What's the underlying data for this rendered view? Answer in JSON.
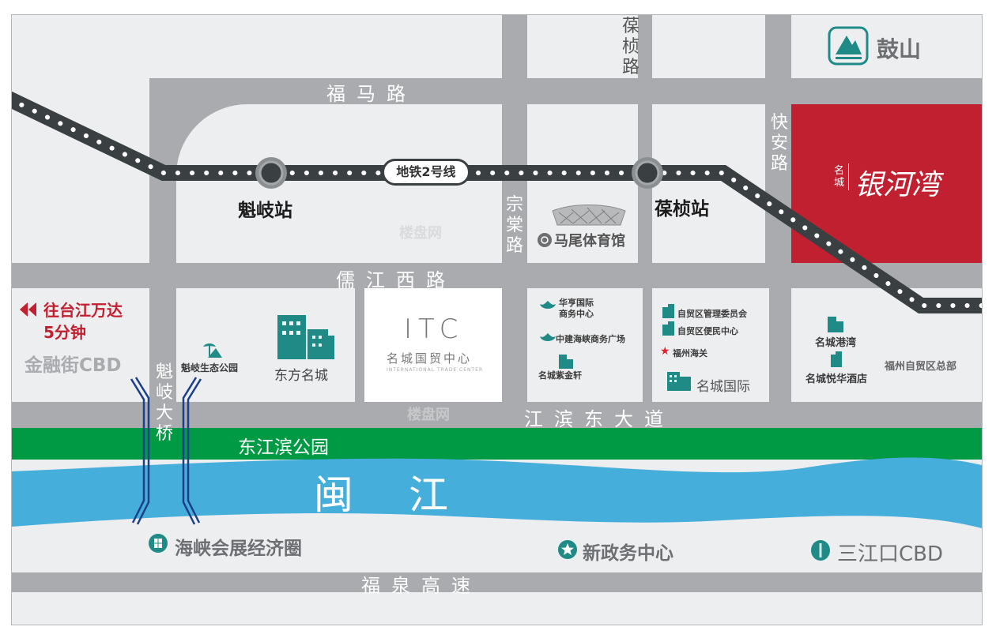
{
  "roads": {
    "fuma": "福马路",
    "rujiang_west": "儒江西路",
    "jiangbin_east": "江滨东大道",
    "fuquan_expressway": "福泉高速",
    "yingzhen": "葆桢路",
    "zongtang": "宗棠路",
    "kuaian": "快安路",
    "kuiqi_bridge": "魁岐大桥"
  },
  "metro": {
    "line_label": "地铁2号线",
    "stations": [
      {
        "name": "魁岐站"
      },
      {
        "name": "葆桢站"
      }
    ],
    "line_color": "#3a3f42"
  },
  "project": {
    "brand_small": "名城",
    "name": "银河湾",
    "block_color": "#c0202f"
  },
  "landmarks": {
    "gushan": "鼓山",
    "mawei_gym": "马尾体育馆",
    "itc_logo": "ITC",
    "itc_cn": "名城国贸中心",
    "itc_en": "INTERNATIONAL TRADE CENTER",
    "kuiqi_park": "魁岐生态公园",
    "dongfang_mingcheng": "东方名城",
    "huaheng_line1": "华亨国际",
    "huaheng_line2": "商务中心",
    "zhongjian": "中建海峡商务广场",
    "zijinxuan": "名城紫金轩",
    "ftz_committee": "自贸区管理委员会",
    "ftz_service": "自贸区便民中心",
    "customs": "福州海关",
    "mingcheng_intl": "名城国际",
    "mingcheng_gangwan": "名城港湾",
    "yuehua_hotel": "名城悦华酒店",
    "ftz_hq": "福州自贸区总部",
    "dongjiangbin_park": "东江滨公园",
    "minjiang": "闽江",
    "haixia_expo": "海峡会展经济圈",
    "new_gov_center": "新政务中心",
    "sanjiangkou_cbd": "三江口CBD"
  },
  "direction": {
    "to_taijiang_line1": "往台江万达",
    "to_taijiang_line2": "5分钟",
    "financial_cbd": "金融街CBD"
  },
  "watermark": "楼盘网",
  "colors": {
    "road": "#a9abae",
    "block": "#edeef0",
    "park": "#009a44",
    "river": "#45aedb",
    "teal_icon": "#1f8a86",
    "red_text": "#c0202f"
  }
}
